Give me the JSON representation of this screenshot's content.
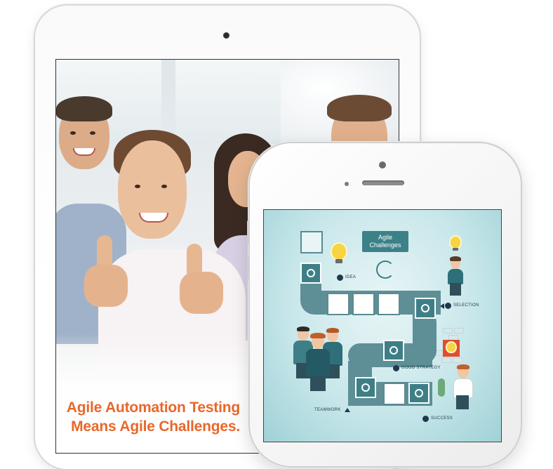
{
  "tablet": {
    "caption_line1": "Agile Automation Testing",
    "caption_line2": "Means Agile Challenges.",
    "caption_color": "#e8672a",
    "image_description": "business team giving thumbs up"
  },
  "phone": {
    "sign_line1": "Agile",
    "sign_line2": "Challenges",
    "labels": {
      "idea": "IDEA",
      "selection": "SELECTION",
      "good_strategy": "GOOD STRATEGY",
      "teamwork": "TEAMWORK",
      "success": "SUCCESS"
    },
    "accent_color": "#3d8188"
  }
}
